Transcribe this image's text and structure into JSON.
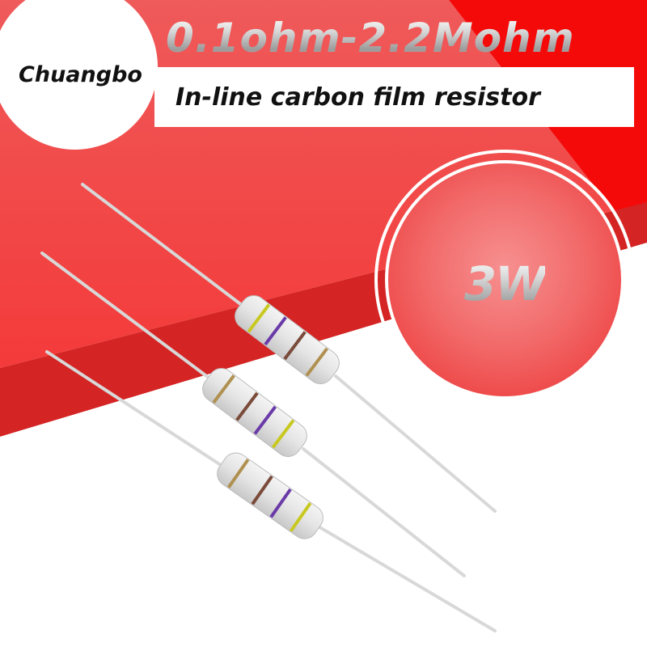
{
  "brand": {
    "name": "Chuangbo"
  },
  "headline": {
    "range": "0.1ohm-2.2Mohm"
  },
  "banner": {
    "product_type": "In-line carbon film resistor"
  },
  "badge": {
    "power_rating": "3W"
  },
  "product": {
    "resistor_count": 3,
    "resistors": [
      {
        "bands": [
          "yellow",
          "violet",
          "brown",
          "gold"
        ]
      },
      {
        "bands": [
          "gold",
          "brown",
          "violet",
          "yellow"
        ]
      },
      {
        "bands": [
          "gold",
          "brown",
          "violet",
          "yellow"
        ]
      }
    ]
  },
  "colors": {
    "coral_red": "#f05050",
    "bright_red": "#f50a0a",
    "dark_red_band": "#d42020",
    "white": "#ffffff",
    "text_black": "#111111",
    "silver": "#bdbdbd"
  }
}
